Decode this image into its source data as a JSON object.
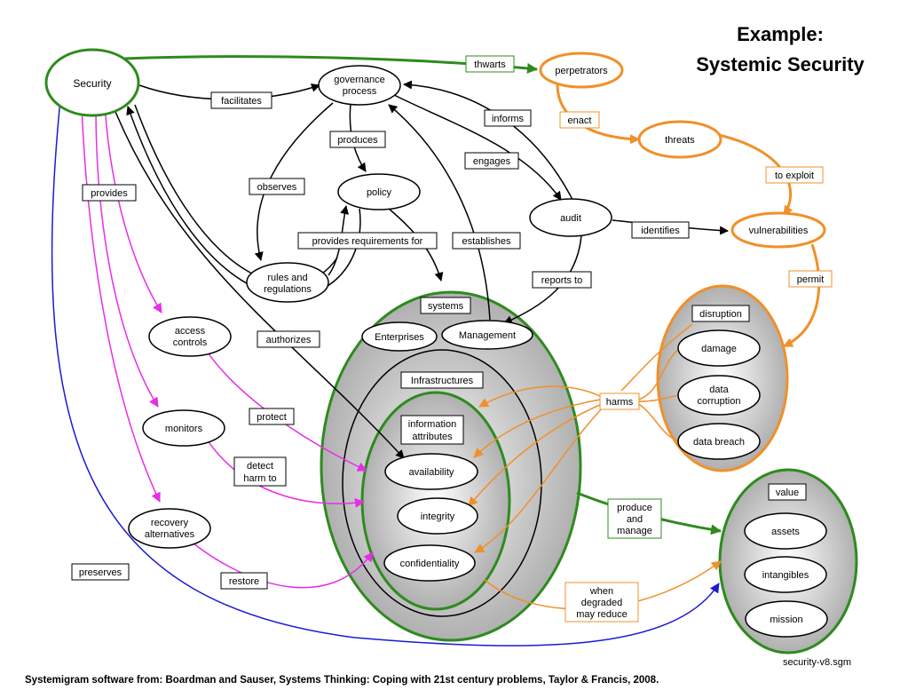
{
  "title": {
    "line1": "Example:",
    "line2": "Systemic Security"
  },
  "footer": "Systemigram software from: Boardman and Sauser, Systems Thinking: Coping with 21st century problems, Taylor & Francis, 2008.",
  "filename": "security-v8.sgm",
  "colors": {
    "green": "#2e8b1e",
    "orange": "#f0902a",
    "magenta": "#e62ee6",
    "blue": "#1a1ad6",
    "black": "#000000",
    "gray": "#b0b0b0"
  },
  "nodes": {
    "security": "Security",
    "governance": [
      "governance",
      "process"
    ],
    "policy": "policy",
    "rules": [
      "rules and",
      "regulations"
    ],
    "audit": "audit",
    "perpetrators": "perpetrators",
    "threats": "threats",
    "vulnerabilities": "vulnerabilities",
    "access": [
      "access",
      "controls"
    ],
    "monitors": "monitors",
    "recovery": [
      "recovery",
      "alternatives"
    ],
    "enterprises": "Enterprises",
    "management": "Management",
    "availability": "availability",
    "integrity": "integrity",
    "confidentiality": "confidentiality",
    "damage": "damage",
    "data_corruption": [
      "data",
      "corruption"
    ],
    "data_breach": "data breach",
    "assets": "assets",
    "intangibles": "intangibles",
    "mission": "mission"
  },
  "containers": {
    "systems": "systems",
    "infrastructures": "Infrastructures",
    "info_attributes": [
      "information",
      "attributes"
    ],
    "disruption": "disruption",
    "value": "value"
  },
  "links": {
    "facilitates": "facilitates",
    "thwarts": "thwarts",
    "informs": "informs",
    "enact": "enact",
    "produces": "produces",
    "engages": "engages",
    "to_exploit": "to exploit",
    "observes": "observes",
    "provides": "provides",
    "provides_req": "provides requirements for",
    "establishes": "establishes",
    "identifies": "identifies",
    "reports_to": "reports to",
    "permit": "permit",
    "authorizes": "authorizes",
    "harms": "harms",
    "protect": "protect",
    "detect": [
      "detect",
      "harm to"
    ],
    "produce_manage": [
      "produce",
      "and",
      "manage"
    ],
    "preserves": "preserves",
    "restore": "restore",
    "when_degraded": [
      "when",
      "degraded",
      "may reduce"
    ]
  }
}
